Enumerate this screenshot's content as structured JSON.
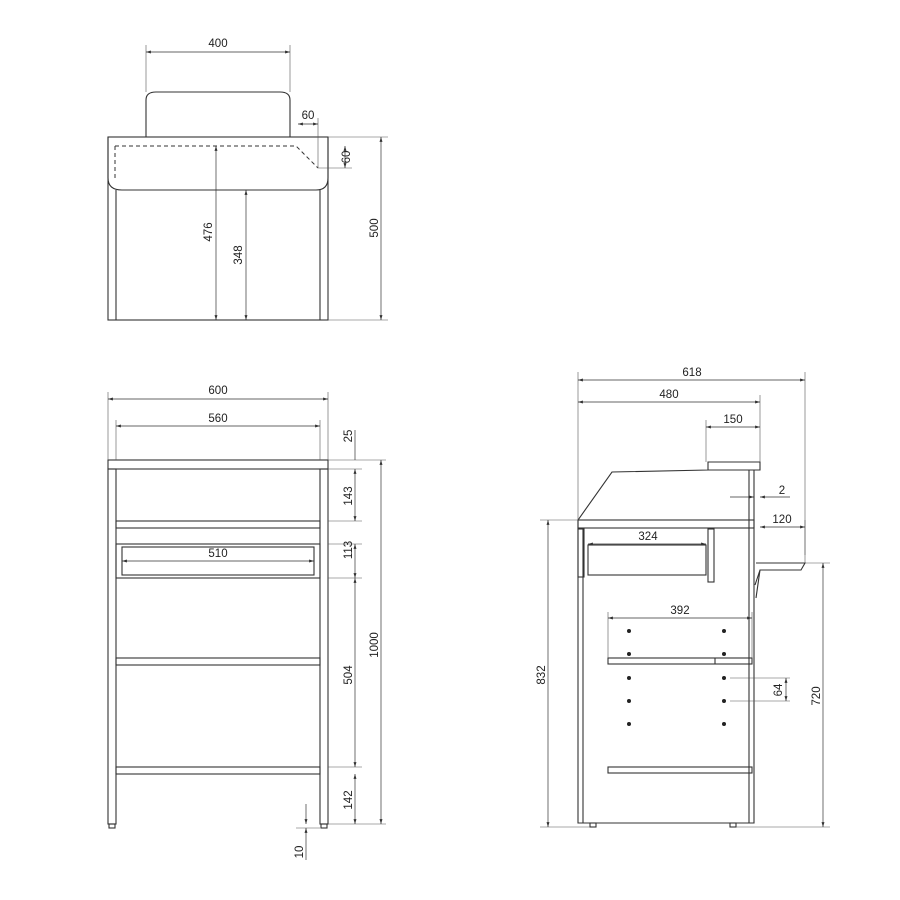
{
  "colors": {
    "line": "#333333",
    "background": "#ffffff"
  },
  "top_view": {
    "dims": {
      "backrest_width": "400",
      "corner_x": "60",
      "corner_y": "60",
      "inner_depth": "476",
      "cavity_depth": "348",
      "total_depth": "500"
    }
  },
  "front_view": {
    "dims": {
      "overall_width": "600",
      "inner_width": "560",
      "top_thickness": "25",
      "upper_gap": "143",
      "drawer_height": "113",
      "drawer_width": "510",
      "total_height": "1000",
      "middle_gap": "504",
      "bottom_gap": "142",
      "foot_height": "10"
    }
  },
  "side_view": {
    "dims": {
      "overall_depth": "618",
      "body_depth": "480",
      "ledge_width": "150",
      "top_offset": "2",
      "shelf_overhang": "120",
      "drawer_depth": "324",
      "shelf_depth": "392",
      "hole_pitch": "64",
      "side_height": "832",
      "shelf_height": "720"
    }
  }
}
